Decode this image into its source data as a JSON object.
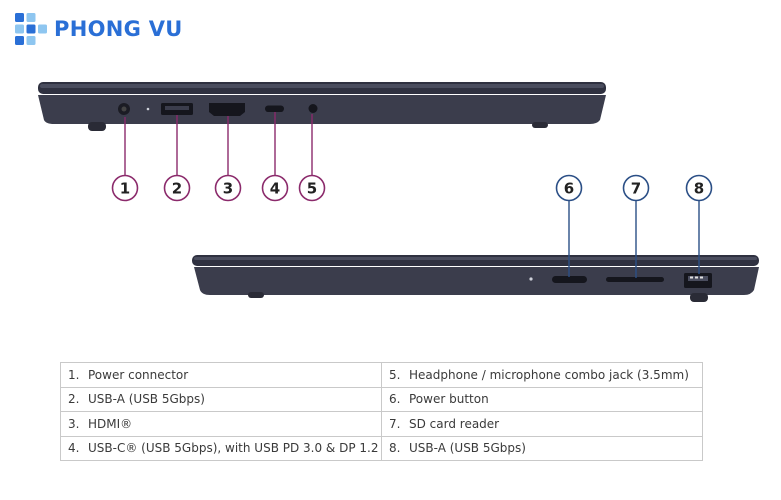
{
  "brand": {
    "name": "PHONG VU",
    "logo_icon": "phongvu-logo-icon",
    "color": "#2a6fd6"
  },
  "colors": {
    "left_callouts": "#8b2a6b",
    "right_callouts": "#2b4f86",
    "laptop_body": "#3b3d4c"
  },
  "callouts": [
    {
      "label": "1"
    },
    {
      "label": "2"
    },
    {
      "label": "3"
    },
    {
      "label": "4"
    },
    {
      "label": "5"
    },
    {
      "label": "6"
    },
    {
      "label": "7"
    },
    {
      "label": "8"
    }
  ],
  "ports": {
    "left": [
      {
        "num": "1.",
        "text": "Power connector"
      },
      {
        "num": "2.",
        "text": "USB-A (USB 5Gbps)"
      },
      {
        "num": "3.",
        "text": "HDMI®"
      },
      {
        "num": "4.",
        "text": "USB-C® (USB 5Gbps), with USB PD 3.0 & DP 1.2"
      }
    ],
    "right": [
      {
        "num": "5.",
        "text": "Headphone / microphone combo jack (3.5mm)"
      },
      {
        "num": "6.",
        "text": "Power button"
      },
      {
        "num": "7.",
        "text": "SD card reader"
      },
      {
        "num": "8.",
        "text": "USB-A (USB 5Gbps)"
      }
    ]
  }
}
